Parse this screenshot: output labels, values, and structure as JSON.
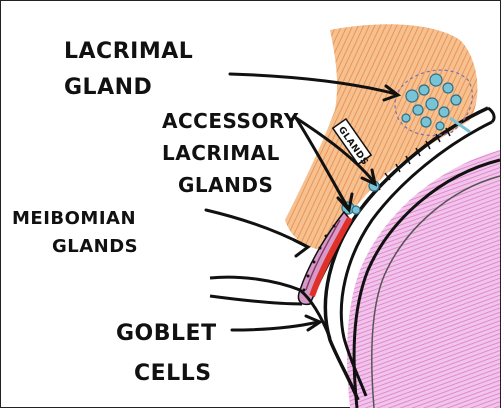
{
  "labels": {
    "lacrimal_gland": [
      "LACRIMAL",
      "GLAND"
    ],
    "accessory_lacrimal_glands": [
      "ACCESSORY",
      "LACRIMAL",
      "GLANDS"
    ],
    "meibomian_glands": [
      "MEIBOMIAN",
      "GLANDS"
    ],
    "goblet_cells": [
      "GOBLET",
      "CELLS"
    ],
    "small_tag": "GLANDS"
  },
  "colors": {
    "lacrimal_tissue": "#f2b27a",
    "sclera_pink": "#e49ad8",
    "gland_blue": "#79c3d6",
    "meibomian_red": "#e0302a",
    "meibomian_pink": "#d79ac6",
    "ink": "#111111"
  }
}
